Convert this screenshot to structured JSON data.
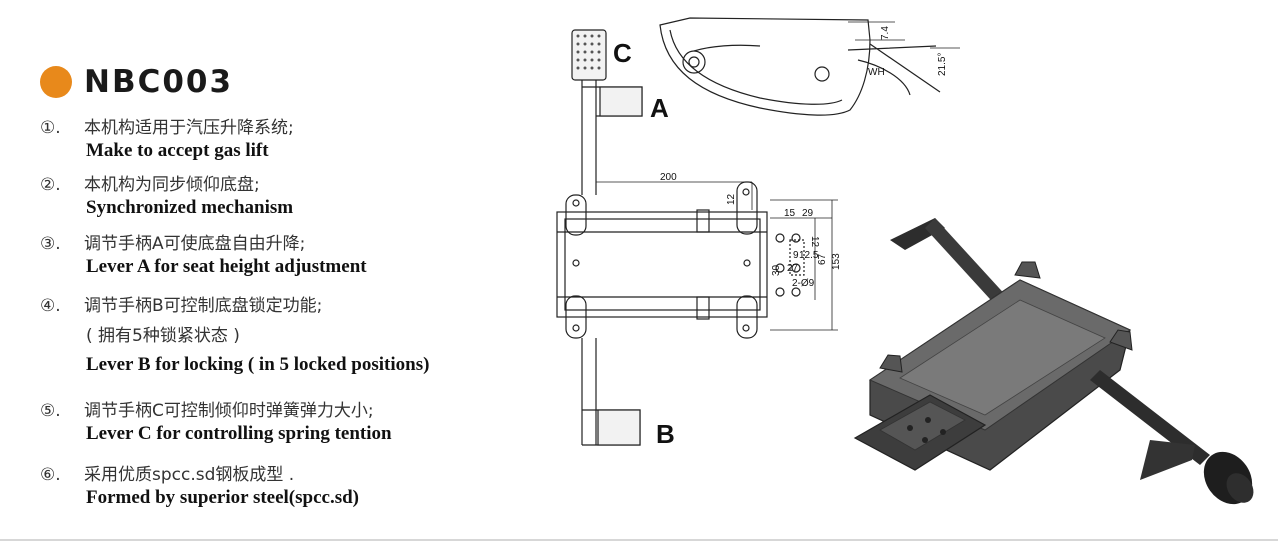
{
  "title": "NBC003",
  "features": [
    {
      "num": "①.",
      "cn": "本机构适用于汽压升降系统;",
      "en": "Make to accept gas lift"
    },
    {
      "num": "②.",
      "cn": "本机构为同步倾仰底盘;",
      "en": "Synchronized mechanism"
    },
    {
      "num": "③.",
      "cn": "调节手柄A可使底盘自由升降;",
      "en": "Lever A for seat height adjustment"
    },
    {
      "num": "④.",
      "cn": "调节手柄B可控制底盘锁定功能;",
      "cn2": "( 拥有5种锁紧状态 )",
      "en": "Lever B for locking ( in 5 locked positions)"
    },
    {
      "num": "⑤.",
      "cn": "调节手柄C可控制倾仰时弹簧弹力大小;",
      "en": "Lever C for controlling spring tention"
    },
    {
      "num": "⑥.",
      "cn": "采用优质spcc.sd钢板成型 .",
      "en": "Formed by superior steel(spcc.sd)"
    }
  ],
  "drawing": {
    "lever_labels": {
      "a": "A",
      "b": "B",
      "c": "C"
    },
    "dims": {
      "d200": "200",
      "d12a": "12",
      "d15": "15",
      "d29": "29",
      "d12b": "12",
      "d9": "9",
      "d12_5": "12.5",
      "d30": "30",
      "d27": "27",
      "d67": "67",
      "d153": "153",
      "dholes": "2-Ø9",
      "d74": "7.4",
      "d21_5": "21.5°",
      "dwg": "WH"
    }
  }
}
